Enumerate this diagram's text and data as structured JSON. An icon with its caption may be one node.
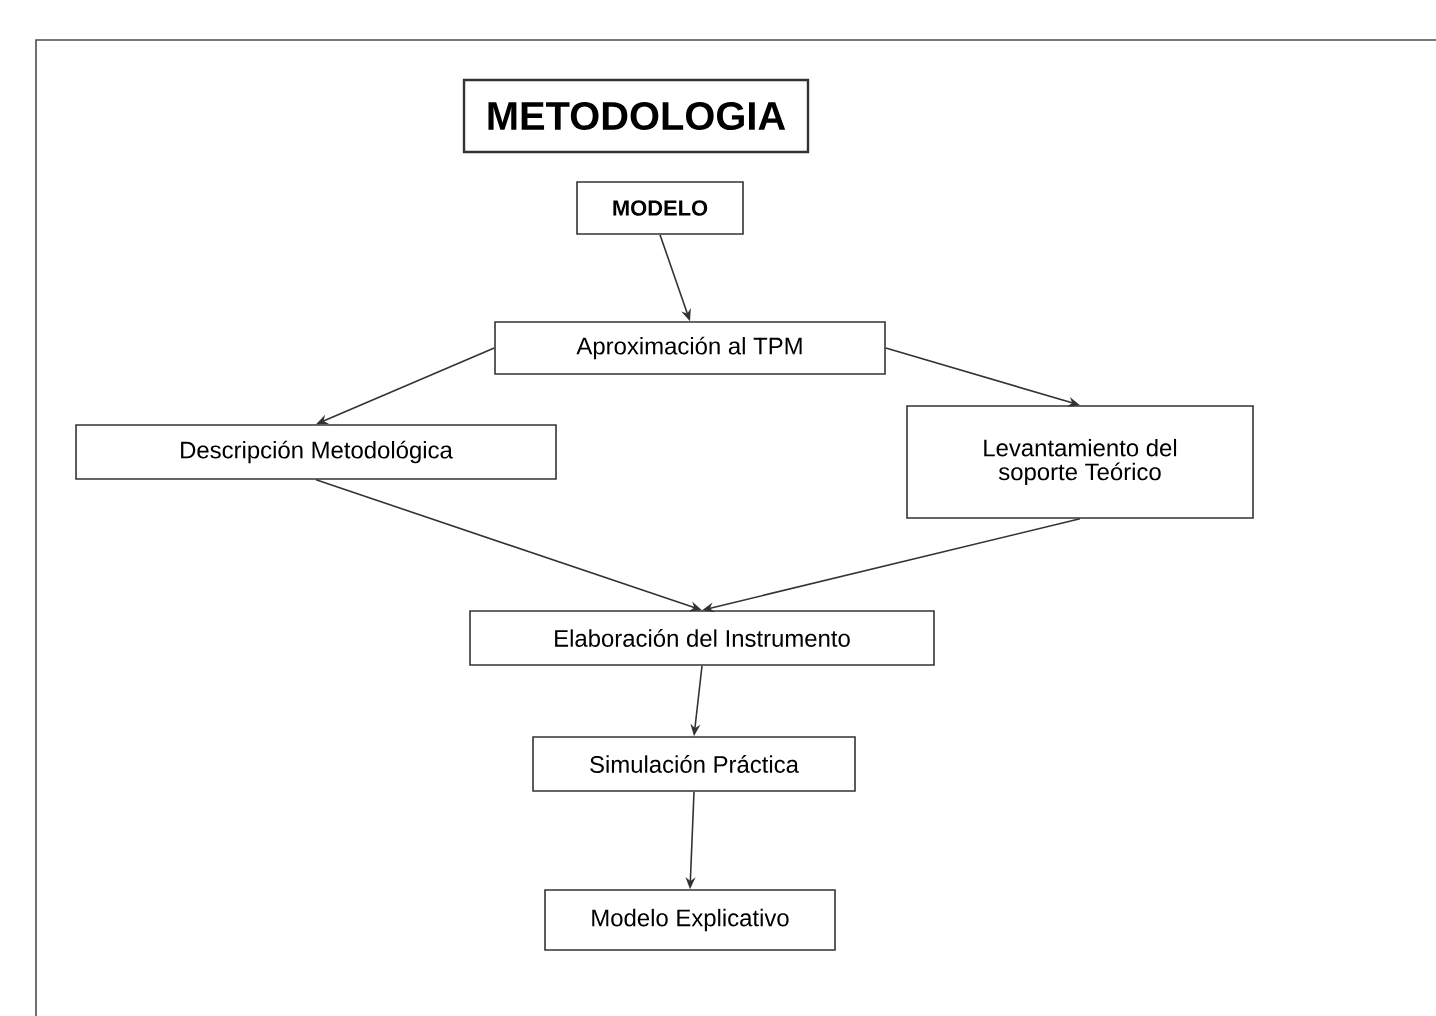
{
  "diagram": {
    "nodes": [
      {
        "text": [
          "METODOLOGIA"
        ]
      },
      {
        "text": [
          "MODELO"
        ]
      },
      {
        "text": [
          "Aproximación al TPM"
        ]
      },
      {
        "text": [
          "Descripción Metodológica"
        ]
      },
      {
        "text": [
          "Levantamiento del soporte Teórico"
        ]
      },
      {
        "text": [
          "Elaboración del Instrumento"
        ]
      },
      {
        "text": [
          "Simulación Práctica"
        ]
      },
      {
        "text": [
          "Modelo Explicativo"
        ]
      }
    ],
    "edges": [
      {
        "from": 1,
        "to": 2,
        "arrow": "to"
      },
      {
        "from": 2,
        "to": 3,
        "arrow": "to"
      },
      {
        "from": 2,
        "to": 4,
        "arrow": "to"
      },
      {
        "from": 3,
        "to": 5,
        "arrow": "to"
      },
      {
        "from": 4,
        "to": 5,
        "arrow": "to"
      },
      {
        "from": 5,
        "to": 6,
        "arrow": "to"
      },
      {
        "from": 6,
        "to": 7,
        "arrow": "to"
      }
    ]
  }
}
